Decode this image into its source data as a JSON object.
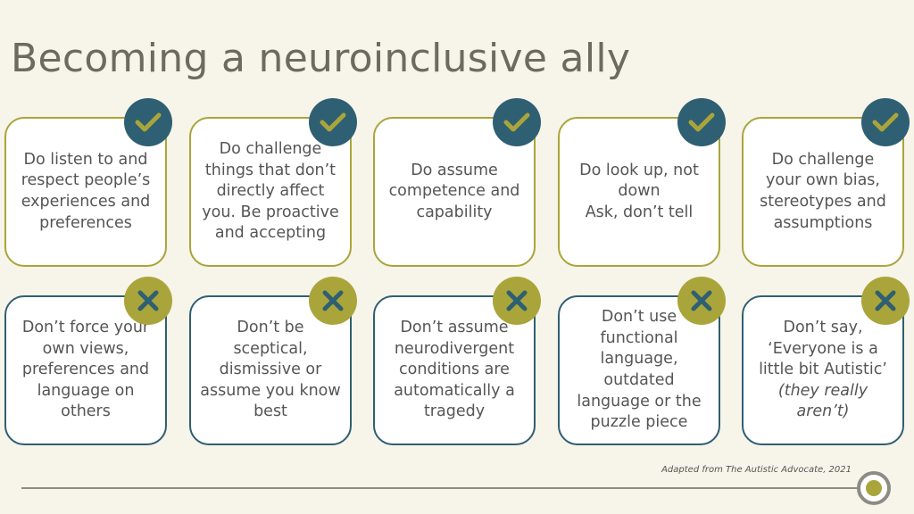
{
  "title": "Becoming a neuroinclusive ally",
  "do_icon": "check-icon",
  "dont_icon": "cross-icon",
  "colors": {
    "background": "#f7f4ea",
    "olive": "#aaa53a",
    "teal": "#2f5f72",
    "text": "#555555",
    "title": "#6b6b60"
  },
  "do_cards": [
    {
      "text": "Do listen to and respect people’s experiences and preferences"
    },
    {
      "text": "Do challenge things that don’t directly affect you. Be proactive and accepting"
    },
    {
      "text": "Do assume competence and capability"
    },
    {
      "text": "Do look up, not down\nAsk, don’t tell"
    },
    {
      "text": "Do challenge your own bias, stereotypes and assumptions"
    }
  ],
  "dont_cards": [
    {
      "text": "Don’t force your own views, preferences and language on others"
    },
    {
      "text": "Don’t be sceptical, dismissive or assume you know best"
    },
    {
      "text": "Don’t assume neurodivergent conditions are automatically a tragedy"
    },
    {
      "text": "Don’t use functional language, outdated language or the puzzle piece"
    },
    {
      "text": "Don’t say, ‘Everyone is a little bit Autistic’",
      "emphasis": "(they really aren’t)"
    }
  ],
  "credit": "Adapted from The Autistic Advocate, 2021"
}
